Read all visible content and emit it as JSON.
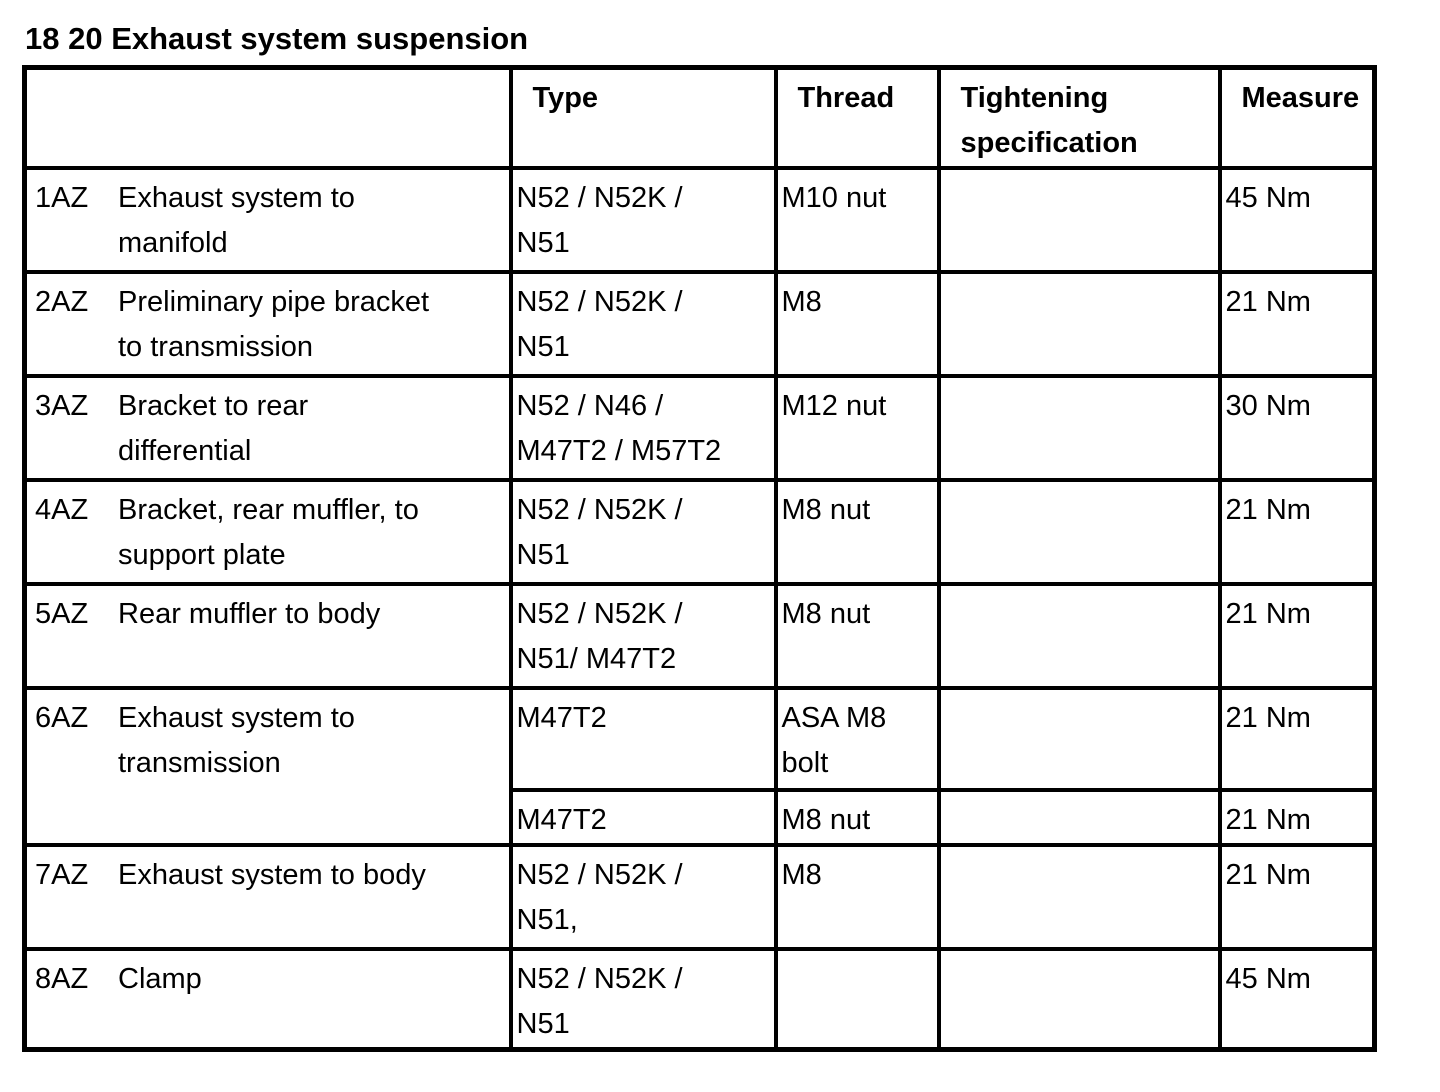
{
  "title": "18 20 Exhaust system suspension",
  "colors": {
    "border": "#000000",
    "background": "#ffffff",
    "text": "#000000"
  },
  "table": {
    "headers": {
      "item": "",
      "type": "Type",
      "thread": "Thread",
      "tightening": "Tightening specification",
      "measure": "Measure"
    },
    "rows": [
      {
        "key": "1AZ",
        "description": "Exhaust system to\nmanifold",
        "type": "N52 / N52K /\nN51",
        "thread": "M10 nut",
        "tightening": "",
        "measure": "45 Nm"
      },
      {
        "key": "2AZ",
        "description": "Preliminary pipe bracket\nto transmission",
        "type": "N52 / N52K /\nN51",
        "thread": "M8",
        "tightening": "",
        "measure": "21 Nm"
      },
      {
        "key": "3AZ",
        "description": "Bracket to rear\ndifferential",
        "type": "N52 / N46 /\nM47T2 / M57T2",
        "thread": "M12 nut",
        "tightening": "",
        "measure": "30 Nm"
      },
      {
        "key": "4AZ",
        "description": "Bracket, rear muffler, to\nsupport plate",
        "type": "N52 / N52K /\nN51",
        "thread": "M8 nut",
        "tightening": "",
        "measure": "21 Nm"
      },
      {
        "key": "5AZ",
        "description": "Rear muffler to body",
        "type": "N52 / N52K /\nN51/ M47T2",
        "thread": "M8 nut",
        "tightening": "",
        "measure": "21 Nm"
      },
      {
        "key": "6AZ",
        "description": "Exhaust system to\ntransmission",
        "type": "M47T2",
        "thread": "ASA M8\nbolt",
        "tightening": "",
        "measure": "21 Nm"
      },
      {
        "key": "",
        "description": "",
        "type": "M47T2",
        "thread": "M8 nut",
        "tightening": "",
        "measure": "21 Nm"
      },
      {
        "key": "7AZ",
        "description": "Exhaust system to body",
        "type": "N52 / N52K /\nN51,",
        "thread": "M8",
        "tightening": "",
        "measure": "21 Nm"
      },
      {
        "key": "8AZ",
        "description": "Clamp",
        "type": "N52 / N52K /\nN51",
        "thread": "",
        "tightening": "",
        "measure": "45 Nm"
      }
    ]
  }
}
